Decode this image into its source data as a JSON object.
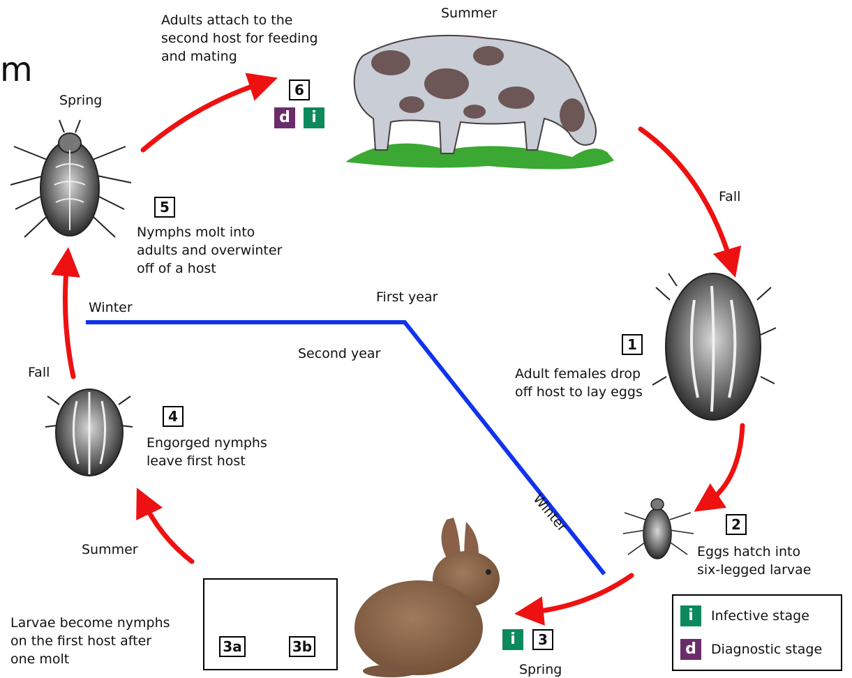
{
  "partial_title": "m",
  "seasons": {
    "summer_top": "Summer",
    "spring_top": "Spring",
    "fall_right": "Fall",
    "fall_left": "Fall",
    "summer_bottom": "Summer",
    "spring_bottom": "Spring",
    "winter_left": "Winter",
    "winter_diag": "Winter"
  },
  "year_labels": {
    "first": "First year",
    "second": "Second year"
  },
  "stages": {
    "s6": {
      "num": "6",
      "text": [
        "Adults attach to the",
        "second host for feeding",
        "and mating"
      ]
    },
    "s5": {
      "num": "5",
      "text": [
        "Nymphs molt into",
        "adults and overwinter",
        "off of a host"
      ]
    },
    "s1": {
      "num": "1",
      "text": [
        "Adult females drop",
        "off host to lay eggs"
      ]
    },
    "s2": {
      "num": "2",
      "text": [
        "Eggs hatch into",
        "six-legged larvae"
      ]
    },
    "s3": {
      "num": "3"
    },
    "s3a": {
      "num": "3a"
    },
    "s3b": {
      "num": "3b"
    },
    "s3_caption": [
      "Larvae become nymphs",
      "on the first host after",
      "one molt"
    ],
    "s4": {
      "num": "4",
      "text": [
        "Engorged nymphs",
        "leave first host"
      ]
    }
  },
  "badges": {
    "infective": "i",
    "diagnostic": "d"
  },
  "legend": {
    "infective": "Infective stage",
    "diagnostic": "Diagnostic stage"
  },
  "colors": {
    "arrow": "#ee1111",
    "timeline": "#1133ee",
    "infective": "#0d8a5c",
    "diagnostic": "#6a2c6a"
  }
}
